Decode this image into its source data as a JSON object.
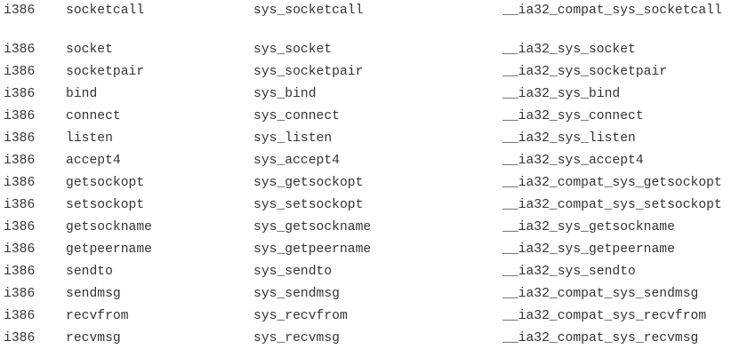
{
  "header_row": [
    "i386",
    "socketcall",
    "sys_socketcall",
    "__ia32_compat_sys_socketcall"
  ],
  "rows": [
    [
      "i386",
      "socket",
      "sys_socket",
      "__ia32_sys_socket"
    ],
    [
      "i386",
      "socketpair",
      "sys_socketpair",
      "__ia32_sys_socketpair"
    ],
    [
      "i386",
      "bind",
      "sys_bind",
      "__ia32_sys_bind"
    ],
    [
      "i386",
      "connect",
      "sys_connect",
      "__ia32_sys_connect"
    ],
    [
      "i386",
      "listen",
      "sys_listen",
      "__ia32_sys_listen"
    ],
    [
      "i386",
      "accept4",
      "sys_accept4",
      "__ia32_sys_accept4"
    ],
    [
      "i386",
      "getsockopt",
      "sys_getsockopt",
      "__ia32_compat_sys_getsockopt"
    ],
    [
      "i386",
      "setsockopt",
      "sys_setsockopt",
      "__ia32_compat_sys_setsockopt"
    ],
    [
      "i386",
      "getsockname",
      "sys_getsockname",
      "__ia32_sys_getsockname"
    ],
    [
      "i386",
      "getpeername",
      "sys_getpeername",
      "__ia32_sys_getpeername"
    ],
    [
      "i386",
      "sendto",
      "sys_sendto",
      "__ia32_sys_sendto"
    ],
    [
      "i386",
      "sendmsg",
      "sys_sendmsg",
      "__ia32_compat_sys_sendmsg"
    ],
    [
      "i386",
      "recvfrom",
      "sys_recvfrom",
      "__ia32_compat_sys_recvfrom"
    ],
    [
      "i386",
      "recvmsg",
      "sys_recvmsg",
      "__ia32_compat_sys_recvmsg"
    ]
  ]
}
